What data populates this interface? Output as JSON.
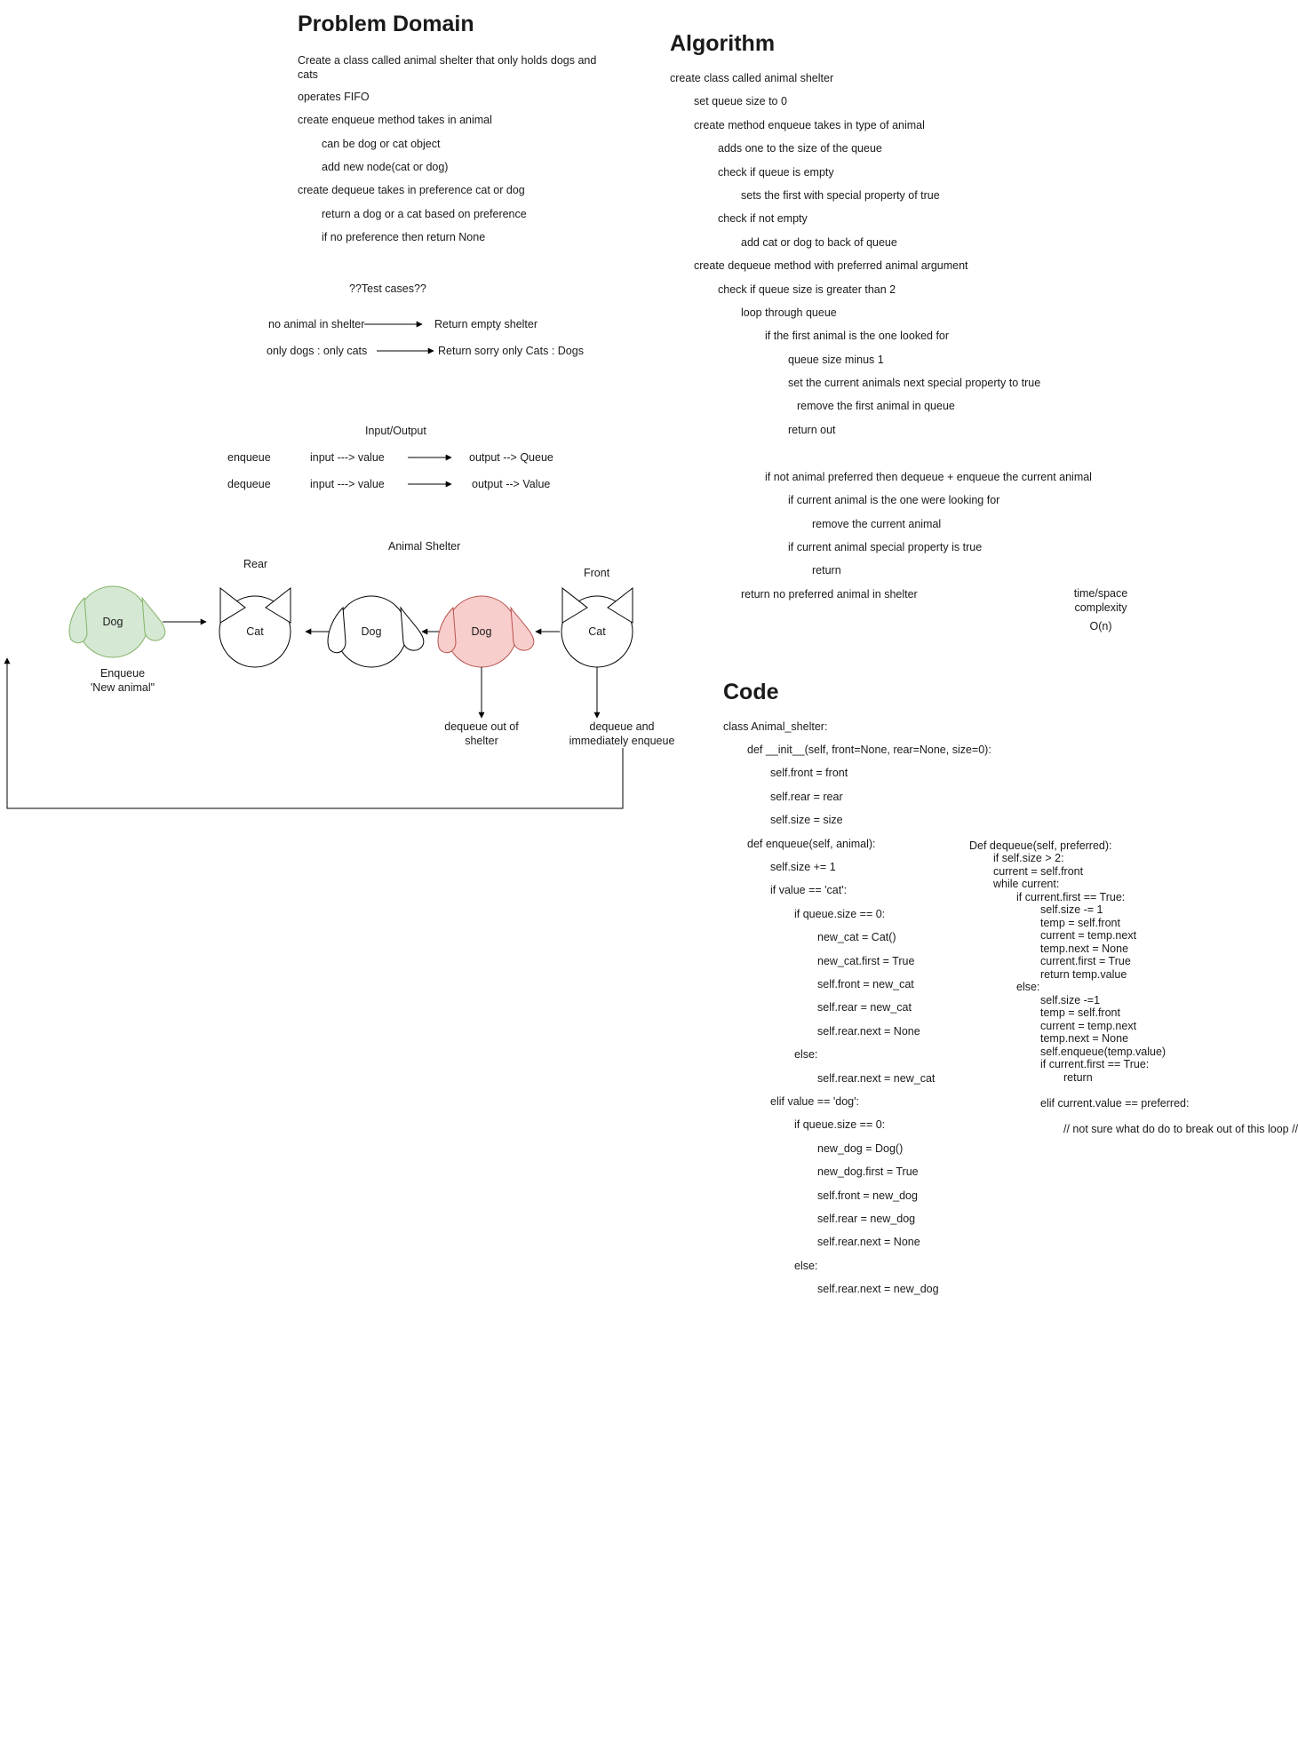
{
  "problem_domain": {
    "title": "Problem Domain",
    "lines": [
      "Create a class called animal shelter that only holds dogs and cats",
      "operates FIFO",
      "create enqueue method takes in animal",
      "can be dog or cat object",
      "add new node(cat or dog)",
      "create dequeue takes in preference cat or dog",
      "return a dog or a cat based on preference",
      "if no preference then return None"
    ]
  },
  "test_cases": {
    "title": "??Test cases??",
    "cases": [
      {
        "input": "no animal in shelter",
        "output": "Return empty shelter"
      },
      {
        "input": "only dogs : only cats",
        "output": "Return sorry only Cats : Dogs"
      }
    ]
  },
  "io": {
    "title": "Input/Output",
    "rows": [
      {
        "method": "enqueue",
        "input": "input ---> value",
        "output": "output --> Queue"
      },
      {
        "method": "dequeue",
        "input": "input ---> value",
        "output": "output --> Value"
      }
    ]
  },
  "shelter_diagram": {
    "title": "Animal Shelter",
    "rear_label": "Rear",
    "front_label": "Front",
    "new_animal": {
      "label": "Dog",
      "caption": "Enqueue\n'New animal\""
    },
    "queue": [
      {
        "label": "Cat",
        "kind": "cat"
      },
      {
        "label": "Dog",
        "kind": "dog"
      },
      {
        "label": "Dog",
        "kind": "dog-red"
      },
      {
        "label": "Cat",
        "kind": "cat"
      }
    ],
    "dequeue_out_label": "dequeue out of\nshelter",
    "dequeue_enqueue_label": "dequeue and\nimmediately enqueue",
    "colors": {
      "green_fill": "#d5e8d4",
      "green_stroke": "#82b366",
      "red_fill": "#f8cecc",
      "red_stroke": "#b85450"
    }
  },
  "algorithm": {
    "title": "Algorithm",
    "lines": [
      "create class called animal shelter",
      "set queue size to 0",
      "create method enqueue takes in type of animal",
      "adds one to the size of the queue",
      "check if queue is empty",
      "sets the first with special property of true",
      "check if not empty",
      "add cat or dog to back of queue",
      "create dequeue method with preferred animal argument",
      "check if queue size is greater than 2",
      "loop through queue",
      "if the first animal is the one looked for",
      "queue size minus 1",
      "set the current animals next special property to true",
      "remove the first animal in queue",
      "return out",
      "if not animal preferred then dequeue + enqueue the current animal",
      "if current animal is the one were looking for",
      "remove the current animal",
      "if current animal special property is true",
      "return",
      "return no preferred animal in shelter"
    ],
    "complexity_label": "time/space\ncomplexity",
    "complexity_value": "O(n)"
  },
  "code": {
    "title": "Code",
    "lines": [
      "class Animal_shelter:",
      "def __init__(self, front=None, rear=None, size=0):",
      "self.front = front",
      "self.rear = rear",
      "self.size = size",
      "def enqueue(self, animal):",
      "self.size += 1",
      "if value == 'cat':",
      "if queue.size == 0:",
      "new_cat = Cat()",
      "new_cat.first = True",
      "self.front = new_cat",
      "self.rear = new_cat",
      "self.rear.next = None",
      "else:",
      "self.rear.next = new_cat",
      "elif value == 'dog':",
      "if queue.size == 0:",
      "new_dog = Dog()",
      "new_dog.first = True",
      "self.front = new_dog",
      "self.rear = new_dog",
      "self.rear.next = None",
      "else:",
      "self.rear.next = new_dog"
    ],
    "dequeue_lines": [
      "Def dequeue(self, preferred):",
      "if self.size > 2:",
      "current = self.front",
      "while current:",
      "if current.first == True:",
      "self.size -= 1",
      "temp = self.front",
      "current = temp.next",
      "temp.next = None",
      "current.first = True",
      "return temp.value",
      "else:",
      "self.size -=1",
      "temp = self.front",
      "current = temp.next",
      "temp.next = None",
      "self.enqueue(temp.value)",
      "if current.first == True:",
      "return",
      "elif current.value == preferred:",
      "// not sure what do do to break out of this loop //"
    ]
  }
}
